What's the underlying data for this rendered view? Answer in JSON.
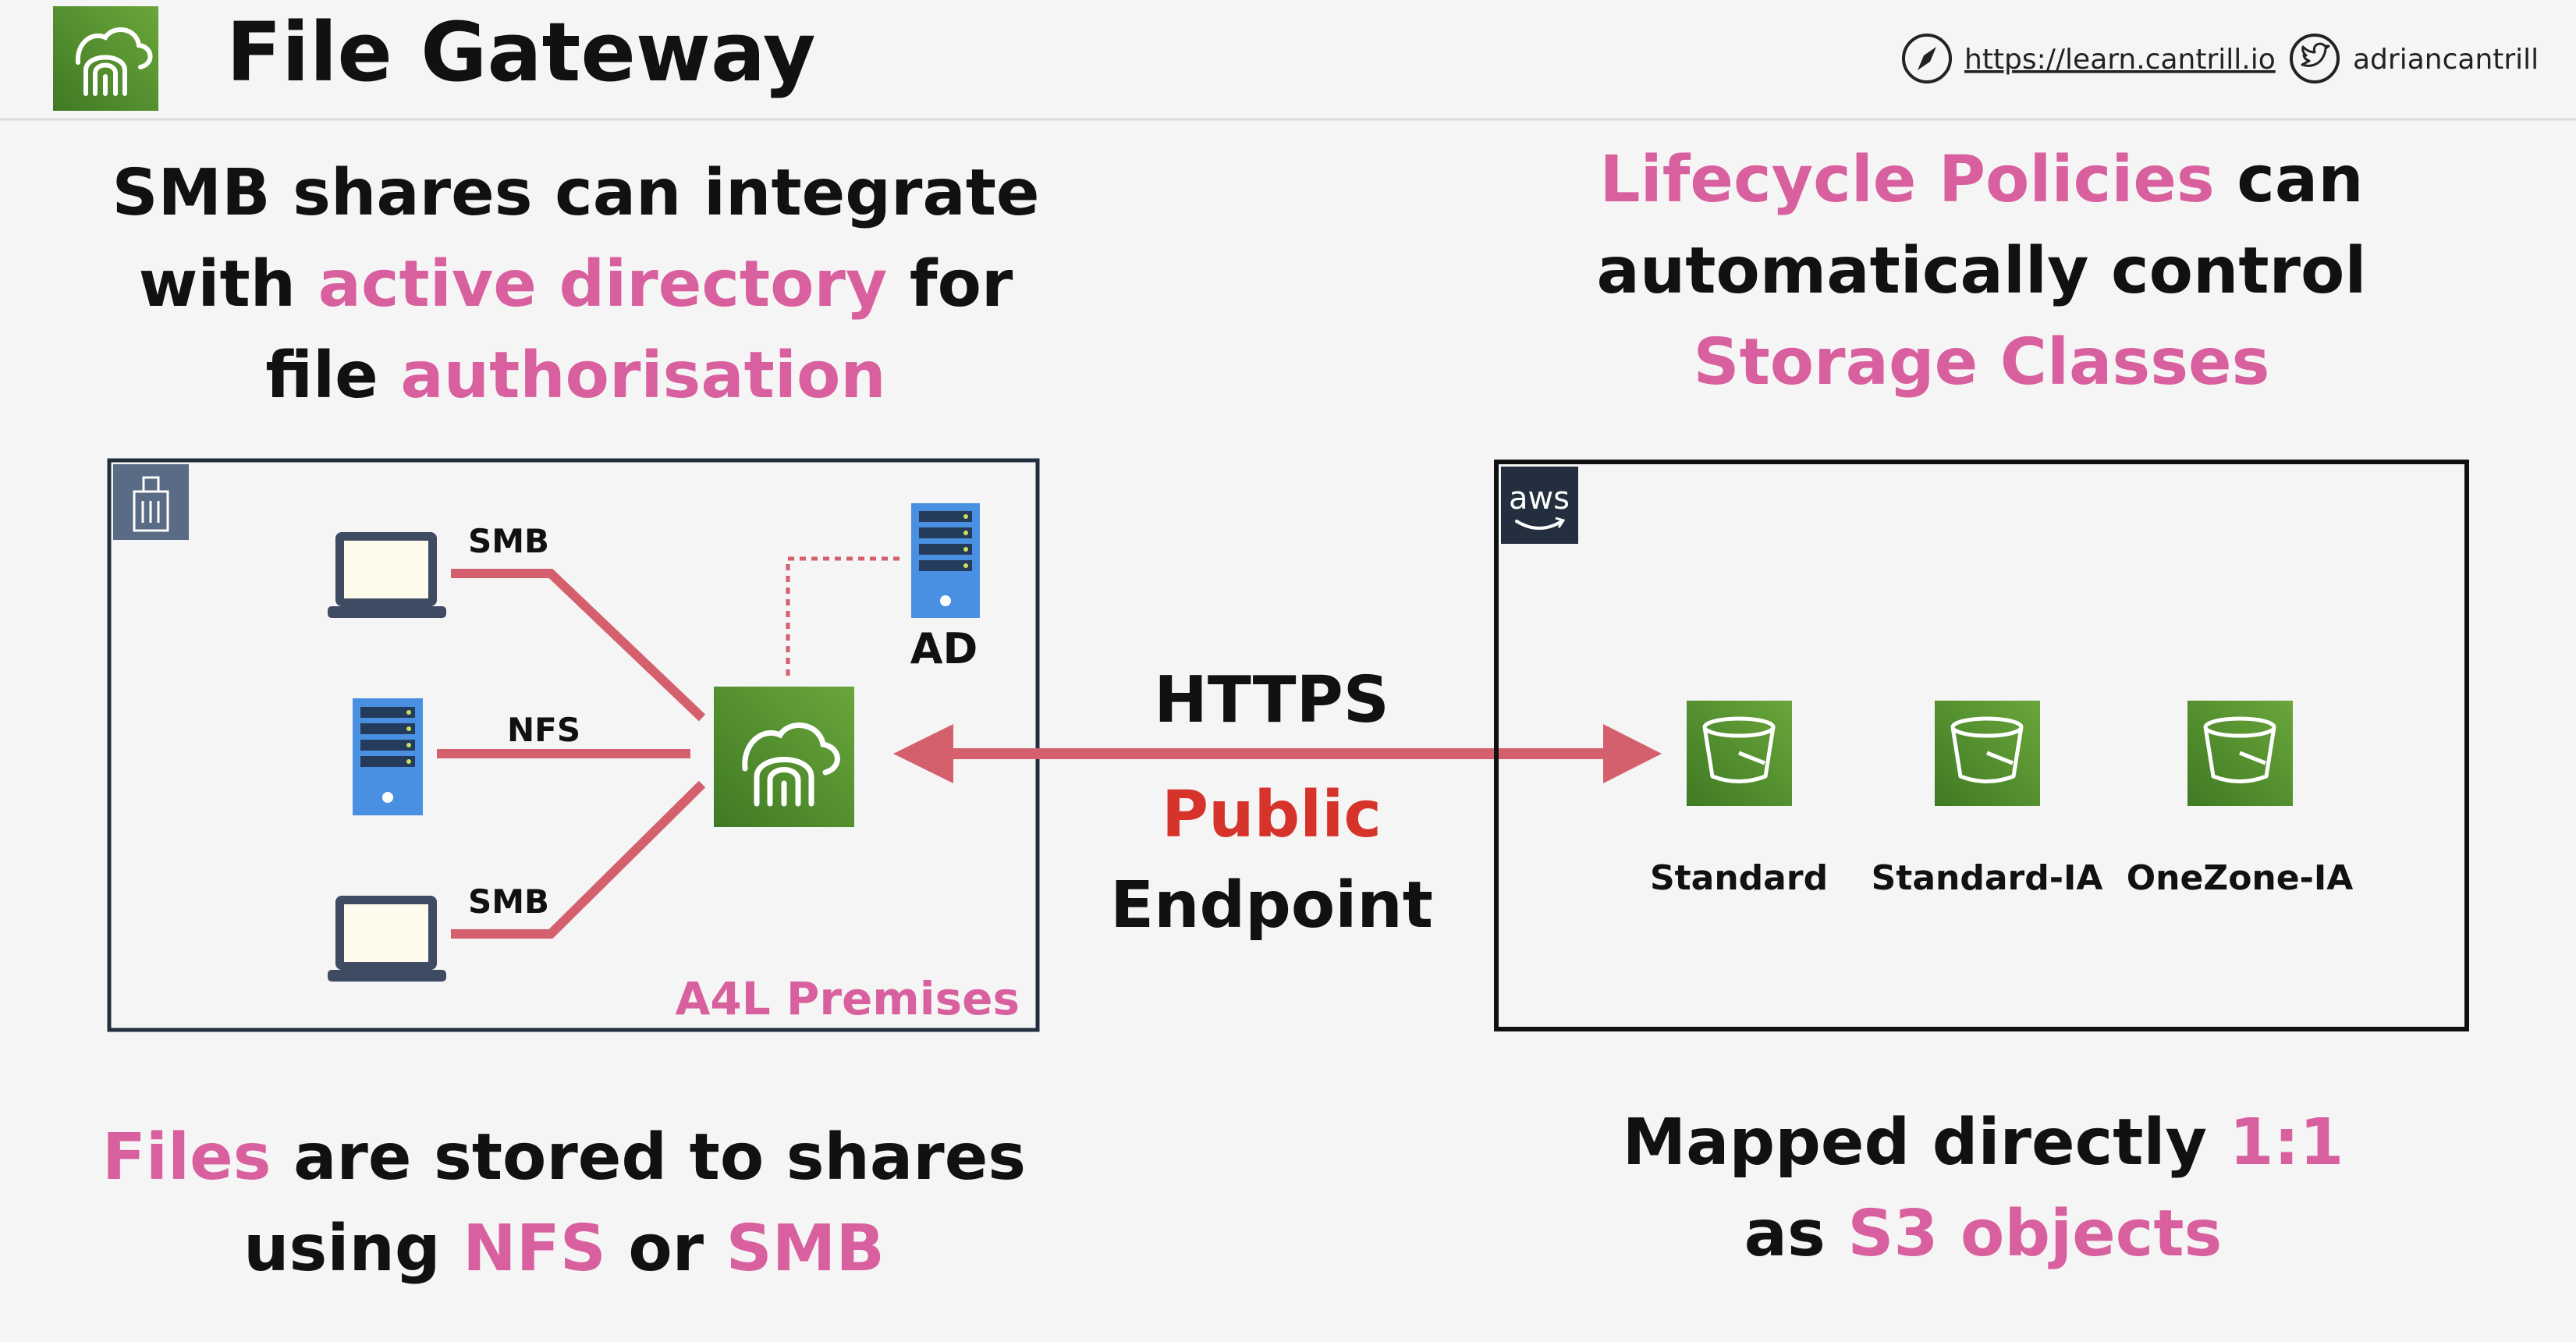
{
  "header": {
    "title": "File Gateway",
    "url": "https://learn.cantrill.io",
    "handle": "adriancantrill"
  },
  "callouts": {
    "top_left": {
      "line1": "SMB shares can integrate",
      "line2_pre": "with ",
      "line2_hl": "active directory",
      "line2_post": " for",
      "line3_pre": "file ",
      "line3_hl": "authorisation"
    },
    "top_right": {
      "line1_hl": "Lifecycle Policies",
      "line1_post": " can",
      "line2": "automatically control",
      "line3_hl": "Storage Classes"
    },
    "bottom_left": {
      "line1_hl": "Files",
      "line1_post": " are stored to shares",
      "line2_pre": "using ",
      "line2_hl1": "NFS",
      "line2_mid": " or ",
      "line2_hl2": "SMB"
    },
    "bottom_right": {
      "line1_pre": "Mapped directly ",
      "line1_hl": "1:1",
      "line2_pre": "as ",
      "line2_hl": "S3 objects"
    }
  },
  "premises": {
    "label": "A4L Premises",
    "ad_label": "AD",
    "links": {
      "smb_top": "SMB",
      "nfs": "NFS",
      "smb_bottom": "SMB"
    }
  },
  "connection": {
    "protocol": "HTTPS",
    "endpoint_type": "Public",
    "endpoint": "Endpoint"
  },
  "aws": {
    "logo_text": "aws",
    "buckets": [
      {
        "label": "Standard"
      },
      {
        "label": "Standard-IA"
      },
      {
        "label": "OneZone-IA"
      }
    ]
  },
  "colors": {
    "accent_pink": "#d9609e",
    "public_red": "#d6332a",
    "link_red": "#d4606e",
    "gateway_green": "#4d8c2c",
    "server_blue": "#4a90e2"
  }
}
